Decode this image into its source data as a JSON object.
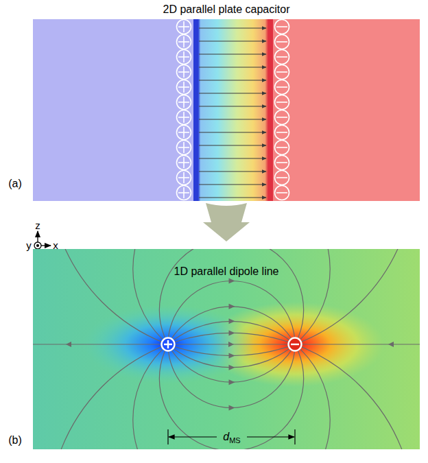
{
  "diagram": {
    "labels": [
      "2D parallel plate capacitor",
      "(a)",
      "z",
      "y",
      "x",
      "1D parallel dipole line",
      "d",
      "MS",
      "(b)"
    ]
  }
}
